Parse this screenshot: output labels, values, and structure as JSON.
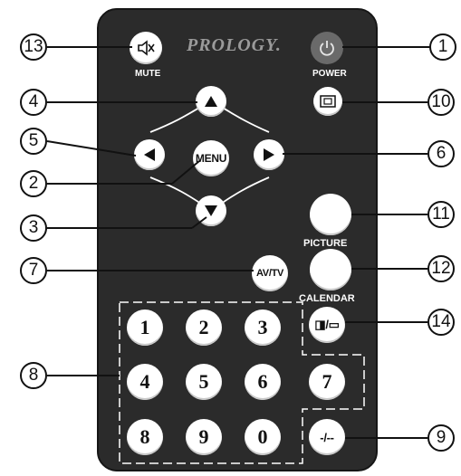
{
  "brand": {
    "logo_text": "PROLOGY."
  },
  "buttons": {
    "mute": {
      "label": "MUTE",
      "icon": "speaker-muted-icon"
    },
    "power": {
      "label": "POWER",
      "icon": "power-icon"
    },
    "screen_mode": {
      "icon": "screen-frame-icon"
    },
    "menu": {
      "text": "MENU"
    },
    "up": {
      "icon": "triangle-up-icon"
    },
    "down": {
      "icon": "triangle-down-icon"
    },
    "left": {
      "icon": "triangle-left-icon"
    },
    "right": {
      "icon": "triangle-right-icon"
    },
    "picture": {
      "label": "PICTURE"
    },
    "calendar": {
      "label": "CALENDAR"
    },
    "av_tv": {
      "text": "AV/TV"
    },
    "display_toggle": {
      "text": "◨/▭"
    },
    "digits": [
      "1",
      "2",
      "3",
      "4",
      "5",
      "6",
      "7",
      "8",
      "9",
      "0"
    ],
    "dash": {
      "text": "-/--"
    }
  },
  "callouts": [
    "13",
    "1",
    "4",
    "10",
    "5",
    "6",
    "2",
    "3",
    "11",
    "7",
    "12",
    "14",
    "8",
    "9"
  ],
  "colors": {
    "body": "#2b2b2b",
    "button": "#ffffff",
    "power_button": "#6a6a6a",
    "callout_stroke": "#111111"
  }
}
